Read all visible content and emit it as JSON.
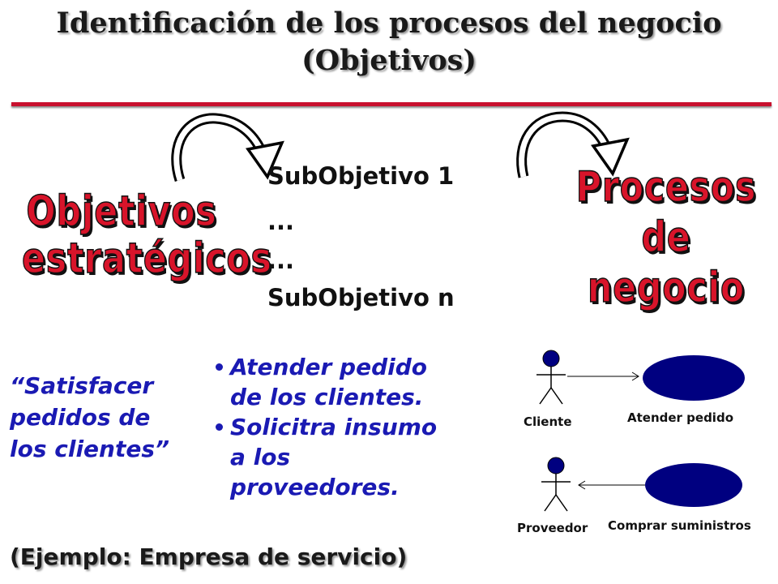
{
  "title": {
    "line1": "Identificación de los procesos del negocio",
    "line2": "(Objetivos)"
  },
  "objectives": {
    "line1": "Objetivos",
    "line2": "estratégicos"
  },
  "processes": {
    "line1": "Procesos",
    "line2": "de negocio"
  },
  "subobjectives": [
    "SubObjetivo 1",
    "...",
    "...",
    "SubObjetivo n"
  ],
  "example_quote": [
    "“Satisfacer",
    "pedidos de",
    "los clientes”"
  ],
  "bullets": [
    [
      "Atender pedido",
      "de los clientes."
    ],
    [
      "Solicitra insumo",
      "a los",
      "proveedores."
    ]
  ],
  "uml": {
    "actor1": "Cliente",
    "usecase1": "Atender pedido",
    "actor2": "Proveedor",
    "usecase2": "Comprar suministros"
  },
  "example_caption": "(Ejemplo: Empresa de servicio)",
  "colors": {
    "accent_red": "#d8142a",
    "rule_red": "#c8102e",
    "text_blue": "#1a1ab3",
    "uml_navy": "#000080"
  }
}
